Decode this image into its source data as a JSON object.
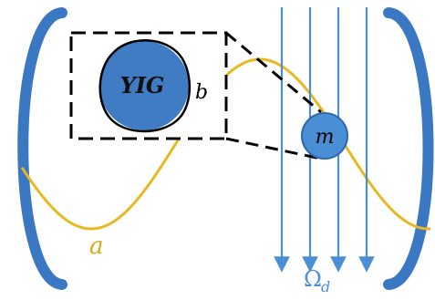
{
  "labels": {
    "yig": "YIG",
    "b": "b",
    "m": "m",
    "a": "a",
    "omega": "Ω",
    "omega_sub": "d"
  },
  "colors": {
    "mirror": "#3a78c3",
    "wave": "#e8b822",
    "sphere": "#3f7cc4",
    "sphere_stroke": "#2f67ad",
    "field": "#4a8ed6",
    "ink": "#000000",
    "a_label": "#d8a81e",
    "omega_label": "#4a8ed6",
    "yig_text": "#111111"
  }
}
